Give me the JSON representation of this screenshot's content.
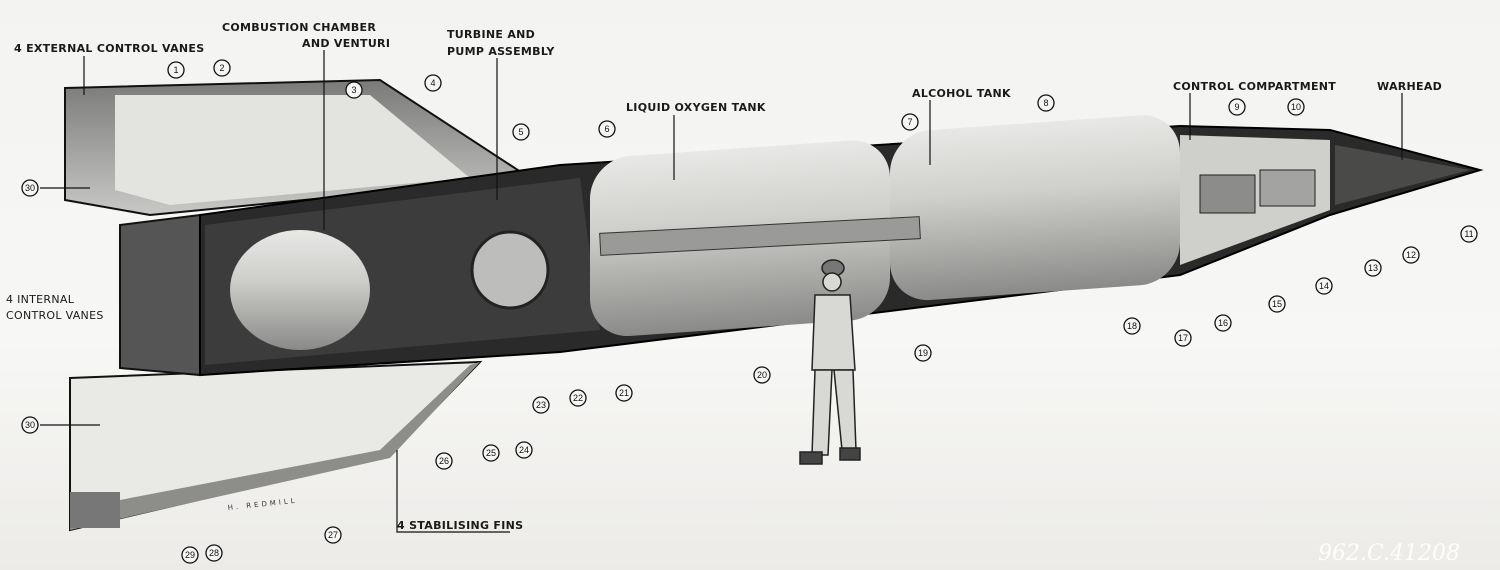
{
  "labels": {
    "external_vanes": "4 EXTERNAL CONTROL VANES",
    "combustion_1": "COMBUSTION CHAMBER",
    "combustion_2": "AND VENTURI",
    "turbine_1": "TURBINE AND",
    "turbine_2": "PUMP ASSEMBLY",
    "lox_tank": "LIQUID OXYGEN TANK",
    "alcohol_tank": "ALCOHOL TANK",
    "control_compartment": "CONTROL COMPARTMENT",
    "warhead": "WARHEAD",
    "internal_vanes_1": "4 INTERNAL",
    "internal_vanes_2": "CONTROL VANES",
    "fins": "4 STABILISING FINS"
  },
  "signature": "H. REDMILL",
  "stamp": "962.C.41208",
  "callouts": [
    "1",
    "2",
    "3",
    "4",
    "5",
    "6",
    "7",
    "8",
    "9",
    "10",
    "11",
    "12",
    "13",
    "14",
    "15",
    "16",
    "17",
    "18",
    "19",
    "20",
    "21",
    "22",
    "23",
    "24",
    "25",
    "26",
    "27",
    "28",
    "29",
    "30",
    "30"
  ]
}
